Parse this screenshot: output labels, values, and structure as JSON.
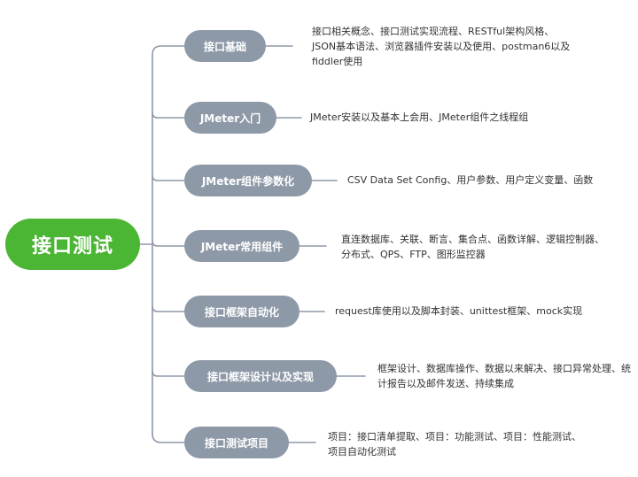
{
  "root": {
    "label": "接口测试"
  },
  "branches": [
    {
      "label": "接口基础",
      "detail": "接口相关概念、接口测试实现流程、RESTful架构风格、JSON基本语法、浏览器插件安装以及使用、postman6以及fiddler使用"
    },
    {
      "label": "JMeter入门",
      "detail": "JMeter安装以及基本上会用、JMeter组件之线程组"
    },
    {
      "label": "JMeter组件参数化",
      "detail": "CSV Data Set Config、用户参数、用户定义变量、函数"
    },
    {
      "label": "JMeter常用组件",
      "detail": "直连数据库、关联、断言、集合点、函数详解、逻辑控制器、分布式、QPS、FTP、图形监控器"
    },
    {
      "label": "接口框架自动化",
      "detail": "request库使用以及脚本封装、unittest框架、mock实现"
    },
    {
      "label": "接口框架设计以及实现",
      "detail": "框架设计、数据库操作、数据以来解决、接口异常处理、统计报告以及邮件发送、持续集成"
    },
    {
      "label": "接口测试项目",
      "detail": "项目：接口清单提取、项目：功能测试、项目：性能测试、项目自动化测试"
    }
  ],
  "colors": {
    "root": "#4bb534",
    "branch": "#8e99a8",
    "connector": "#8e99a8",
    "text": "#333333"
  }
}
